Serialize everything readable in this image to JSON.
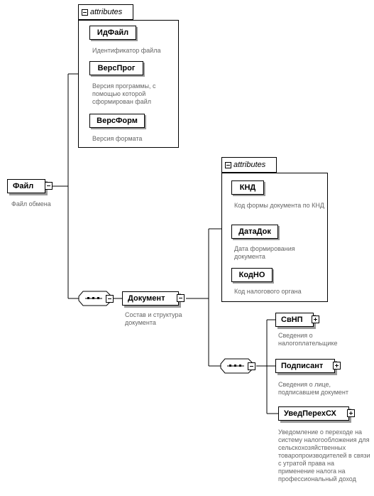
{
  "root": {
    "name": "Файл",
    "description": "Файл обмена"
  },
  "root_attributes": {
    "title": "attributes",
    "items": [
      {
        "name": "ИдФайл",
        "description": "Идентификатор файла"
      },
      {
        "name": "ВерсПрог",
        "description": "Версия программы, с помощью которой сформирован файл"
      },
      {
        "name": "ВерсФорм",
        "description": "Версия формата"
      }
    ]
  },
  "document": {
    "name": "Документ",
    "description": "Состав и структура документа"
  },
  "document_attributes": {
    "title": "attributes",
    "items": [
      {
        "name": "КНД",
        "description": "Код формы документа по КНД"
      },
      {
        "name": "ДатаДок",
        "description": "Дата формирования документа"
      },
      {
        "name": "КодНО",
        "description": "Код налогового органа"
      }
    ]
  },
  "document_children": [
    {
      "name": "СвНП",
      "description": "Сведения о налогоплательщике"
    },
    {
      "name": "Подписант",
      "description": "Сведения о лице, подписавшем документ"
    },
    {
      "name": "УведПерехСХ",
      "description": "Уведомление о переходе на систему налогообложения для сельскохозяйственных товаропроизводителей в связи с утратой права на применение налога на профессиональный доход"
    }
  ]
}
